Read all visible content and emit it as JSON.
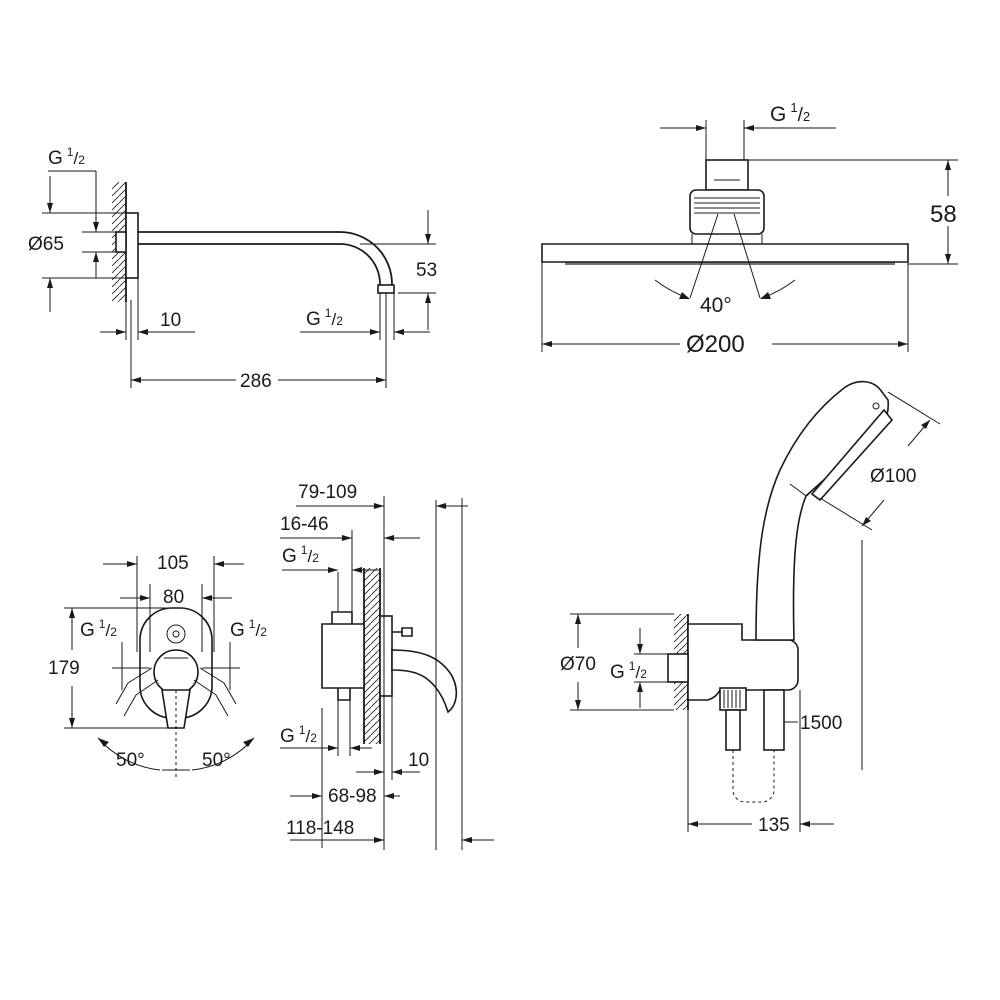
{
  "shower_arm": {
    "thread_top": {
      "base": "G",
      "num": "1",
      "den": "2"
    },
    "diameter": "Ø65",
    "offset": "10",
    "length": "286",
    "drop": "53",
    "thread_end": {
      "base": "G",
      "num": "1",
      "den": "2"
    }
  },
  "head_shower": {
    "thread": {
      "base": "G",
      "num": "1",
      "den": "2"
    },
    "height": "58",
    "tilt_angle": "40°",
    "diameter": "Ø200"
  },
  "mixer_front": {
    "width_outer": "105",
    "width_inner": "80",
    "height": "179",
    "thread_left": {
      "base": "G",
      "num": "1",
      "den": "2"
    },
    "thread_right": {
      "base": "G",
      "num": "1",
      "den": "2"
    },
    "angle_left": "50°",
    "angle_right": "50°"
  },
  "mixer_side": {
    "range_1": "79-109",
    "range_2": "16-46",
    "thread_top": {
      "base": "G",
      "num": "1",
      "den": "2"
    },
    "thread_bottom": {
      "base": "G",
      "num": "1",
      "den": "2"
    },
    "offset": "10",
    "range_3": "68-98",
    "range_4": "118-148"
  },
  "hand_shower": {
    "head_diameter": "Ø100",
    "outlet_diameter": "Ø70",
    "thread": {
      "base": "G",
      "num": "1",
      "den": "2"
    },
    "hose_length": "1500",
    "projection": "135"
  }
}
